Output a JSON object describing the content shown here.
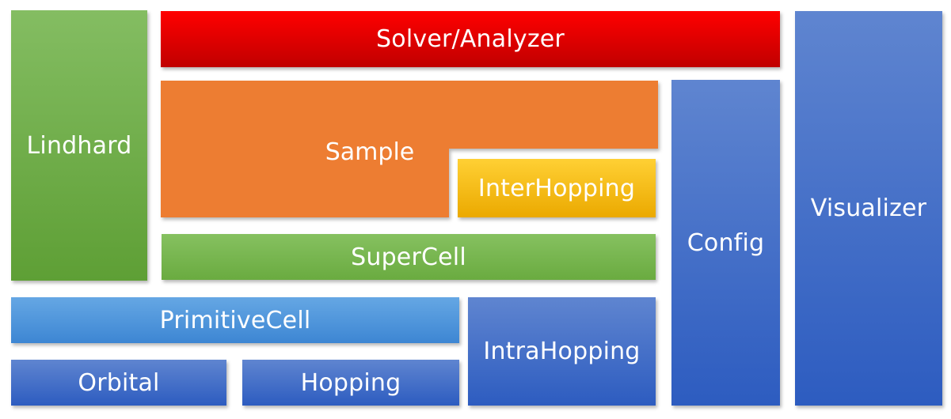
{
  "blocks": {
    "lindhard": "Lindhard",
    "solver_analyzer": "Solver/Analyzer",
    "sample": "Sample",
    "inter_hopping": "InterHopping",
    "super_cell": "SuperCell",
    "config": "Config",
    "visualizer": "Visualizer",
    "primitive_cell": "PrimitiveCell",
    "intra_hopping": "IntraHopping",
    "orbital": "Orbital",
    "hopping": "Hopping"
  },
  "colors": {
    "green": "#70ad47",
    "red": "#e00000",
    "orange": "#ed7d31",
    "yellow": "#ffc000",
    "blue": "#4472c4",
    "light_blue": "#5b9bd5"
  }
}
